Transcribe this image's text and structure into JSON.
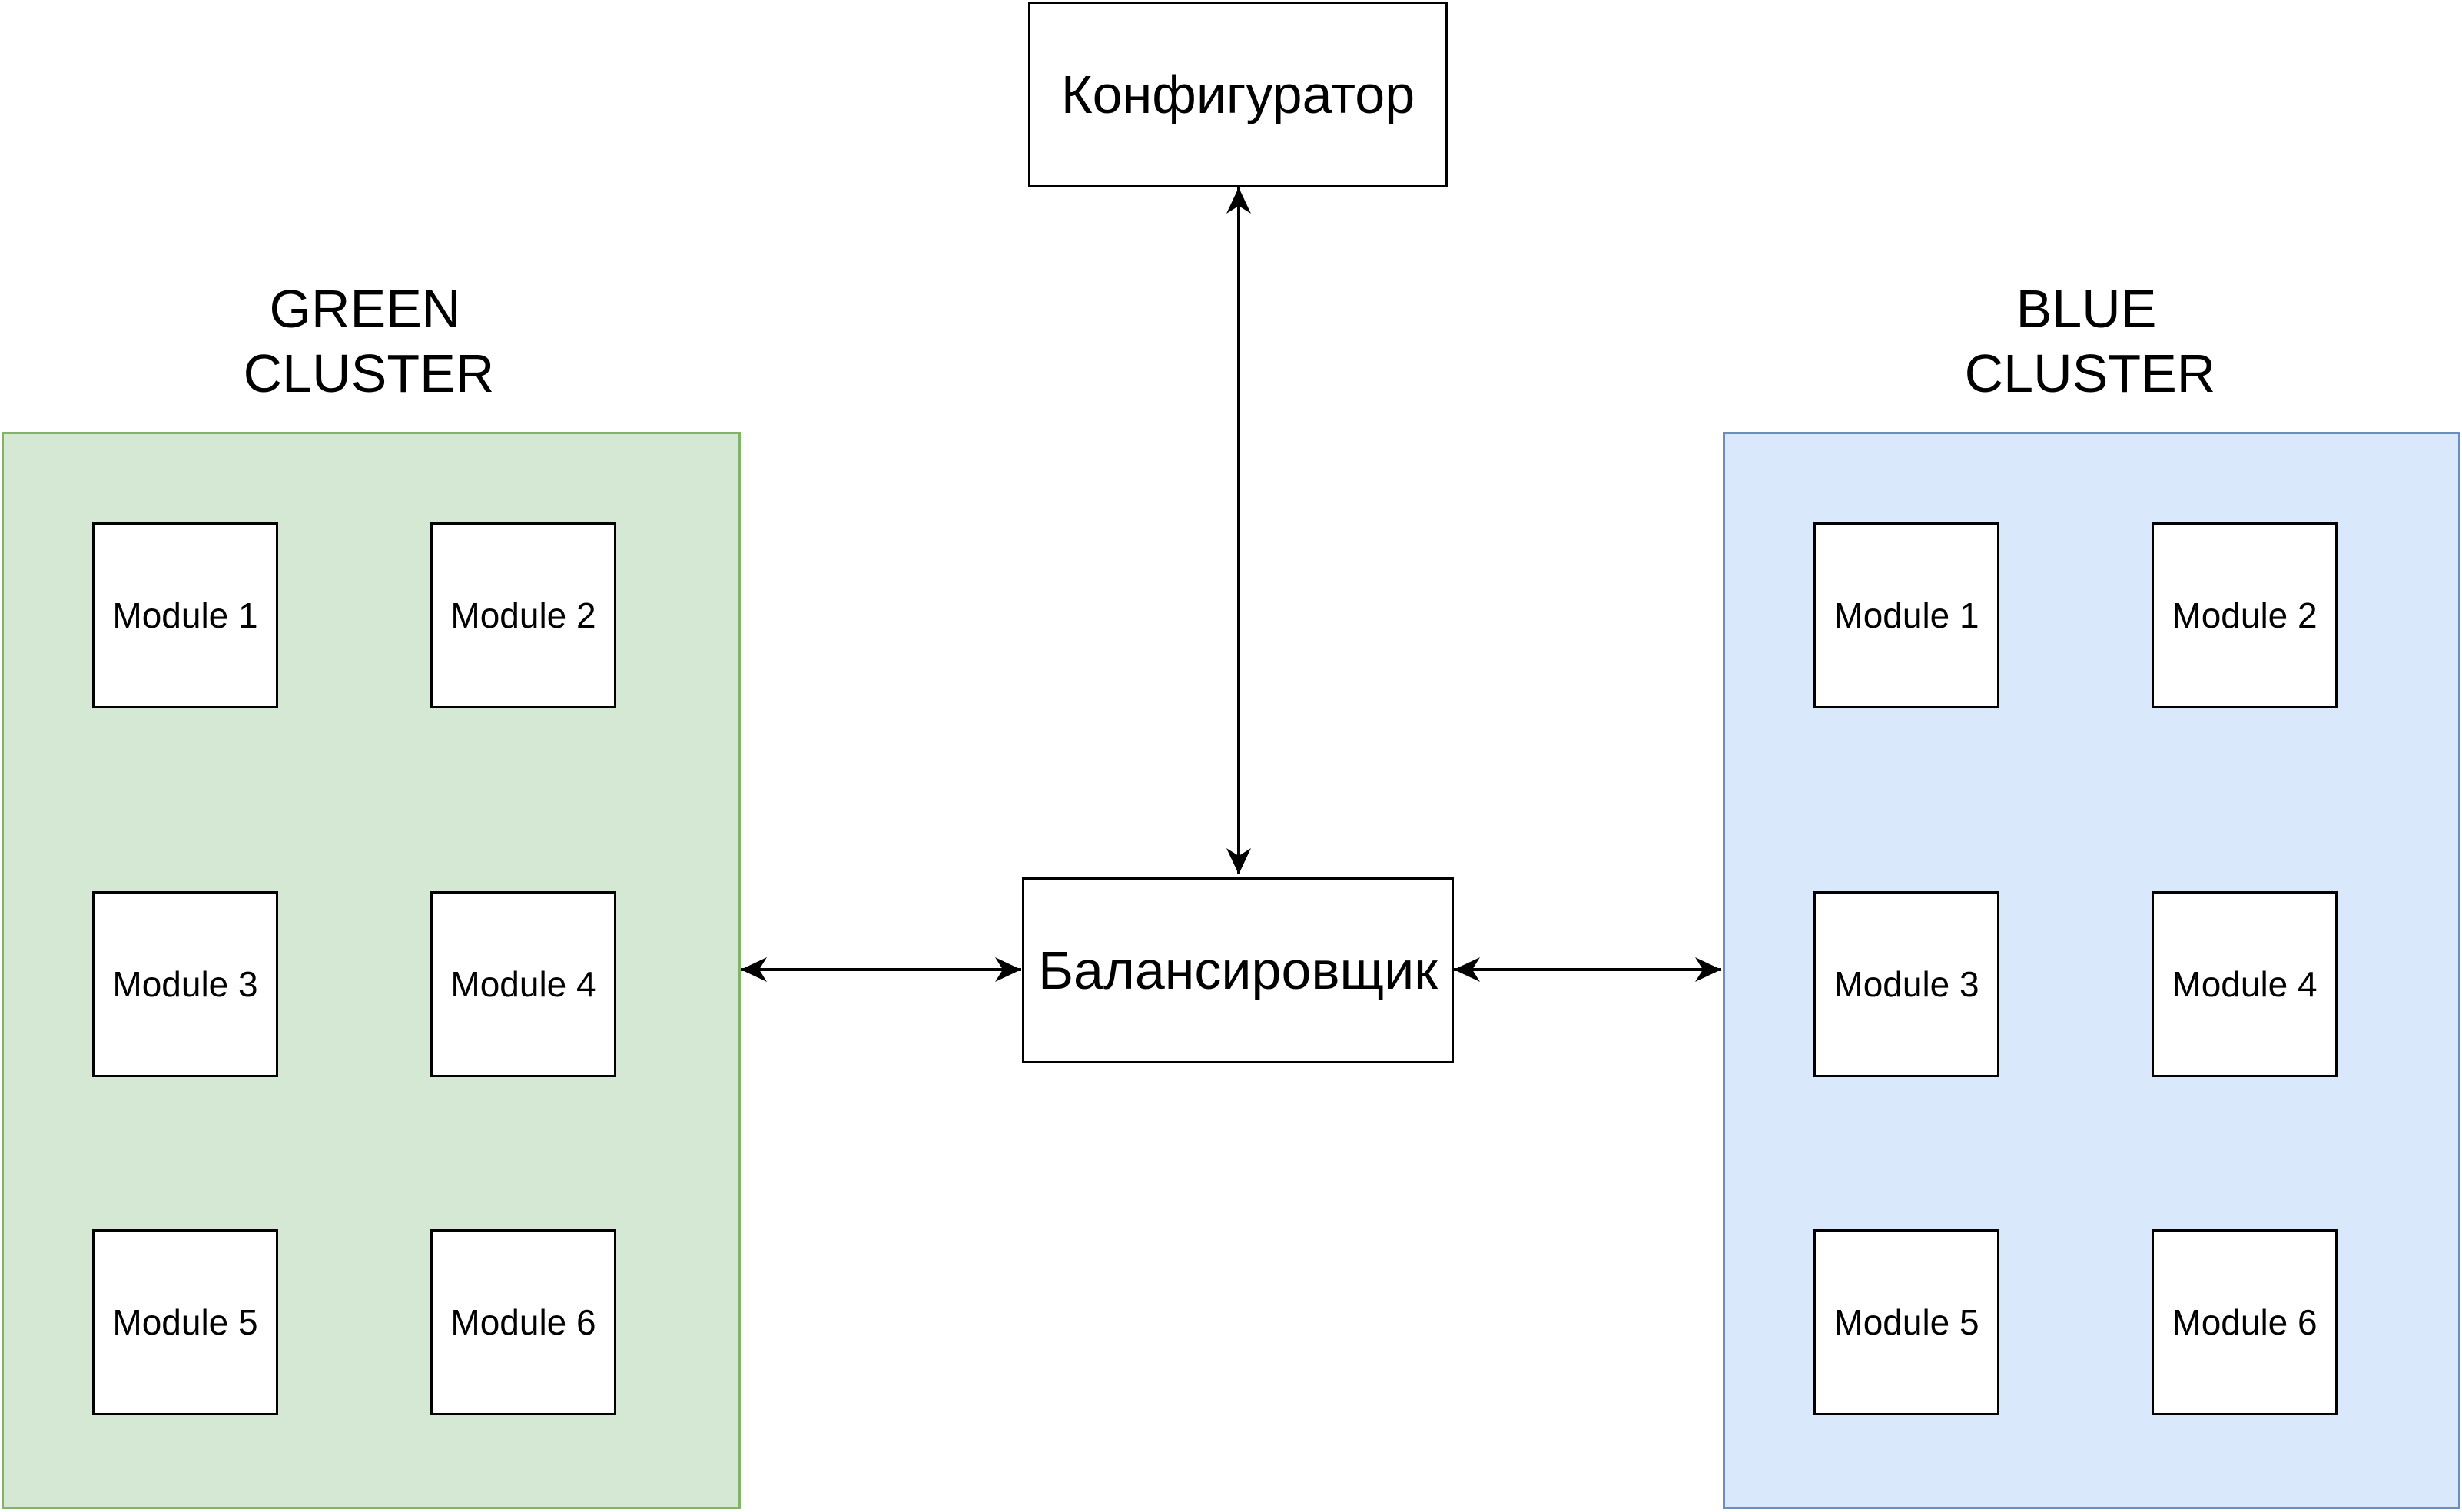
{
  "configurator": {
    "label": "Конфигуратор"
  },
  "balancer": {
    "label": "Балансировщик"
  },
  "green_cluster": {
    "title_line1": "GREEN",
    "title_line2": "CLUSTER",
    "fill": "#d5e8d4",
    "stroke": "#82b366",
    "modules": [
      "Module 1",
      "Module 2",
      "Module 3",
      "Module 4",
      "Module 5",
      "Module 6"
    ]
  },
  "blue_cluster": {
    "title_line1": "BLUE",
    "title_line2": "CLUSTER",
    "fill": "#dae8fc",
    "stroke": "#6c8ebf",
    "modules": [
      "Module 1",
      "Module 2",
      "Module 3",
      "Module 4",
      "Module 5",
      "Module 6"
    ]
  },
  "connections": [
    {
      "from": "configurator",
      "to": "balancer",
      "direction": "bidirectional"
    },
    {
      "from": "green_cluster",
      "to": "balancer",
      "direction": "bidirectional"
    },
    {
      "from": "balancer",
      "to": "blue_cluster",
      "direction": "bidirectional"
    }
  ]
}
